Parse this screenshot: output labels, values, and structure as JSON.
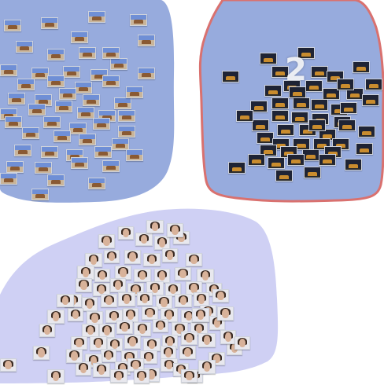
{
  "canvas": {
    "background": "#ffffff"
  },
  "clusters": [
    {
      "id": "1",
      "label": "",
      "fill": "#97abdd",
      "stroke": "none",
      "thumb_kind": "landmark",
      "thumb_count": 54
    },
    {
      "id": "2",
      "label": "2",
      "fill": "#97abdd",
      "stroke": "#d9716f",
      "thumb_kind": "landmark-night",
      "thumb_count": 52
    },
    {
      "id": "3",
      "label": "",
      "fill": "#cfd0f4",
      "stroke": "none",
      "thumb_kind": "portrait",
      "thumb_count": 92
    }
  ],
  "colors": {
    "landmark_sky": "#6f8fd6",
    "landmark_stone": "#8a5a33",
    "landmark_ground": "#c9b59a",
    "night_sky": "#1f2435",
    "night_stone": "#c98c2e",
    "portrait_bg": "#e8e8ee",
    "portrait_hair": "#3a2a22",
    "portrait_face": "#d8b29a"
  }
}
